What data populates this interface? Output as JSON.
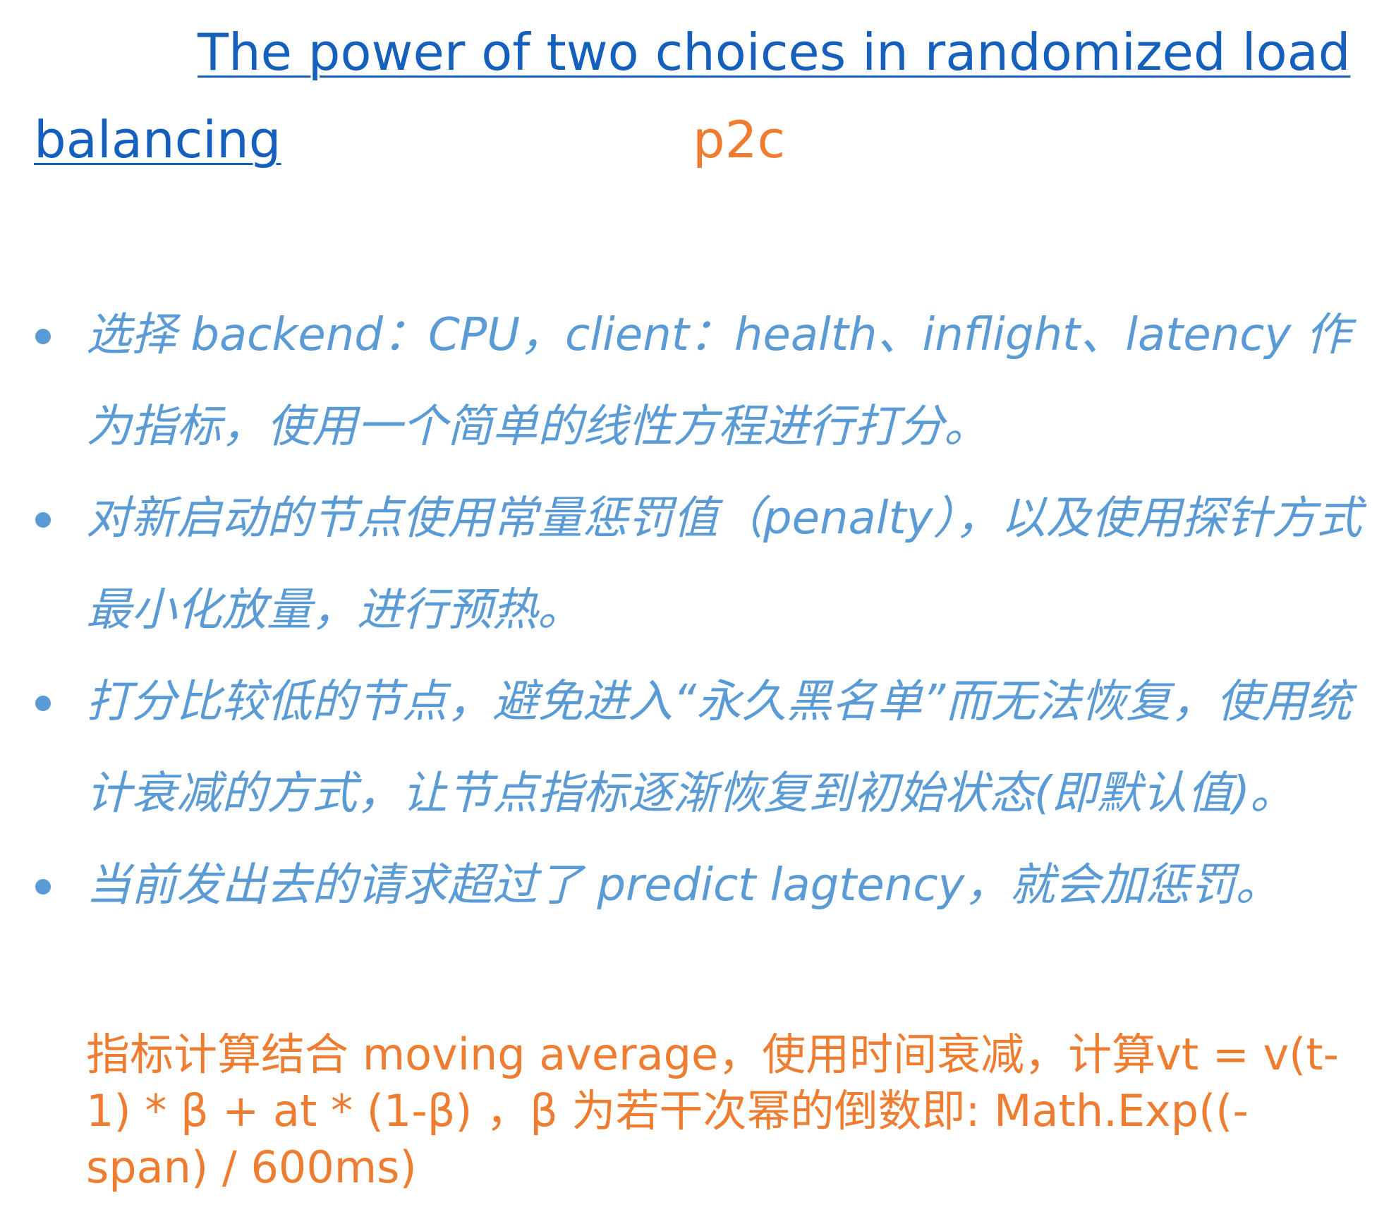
{
  "title": {
    "line1": "The power of two choices in randomized load",
    "line2": "balancing",
    "tag": "p2c"
  },
  "bullets": [
    {
      "text": "选择 backend：CPU，client：health、inflight、latency 作为指标，使用一个简单的线性方程进行打分。"
    },
    {
      "text": "对新启动的节点使用常量惩罚值（penalty），以及使用探针方式最小化放量，进行预热。"
    },
    {
      "text": "打分比较低的节点，避免进入“永久黑名单”而无法恢复，使用统计衰减的方式，让节点指标逐渐恢复到初始状态(即默认值)。"
    },
    {
      "text": "当前发出去的请求超过了 predict lagtency，就会加惩罚。"
    }
  ],
  "note": {
    "text": "指标计算结合 moving average，使用时间衰减，计算vt = v(t-1) * β + at * (1-β) ，β 为若干次幂的倒数即: Math.Exp((-span) / 600ms)"
  },
  "colors": {
    "link": "#1560bd",
    "bullet_text": "#5b9bd5",
    "accent_orange": "#ee7d31",
    "background": "#ffffff"
  }
}
